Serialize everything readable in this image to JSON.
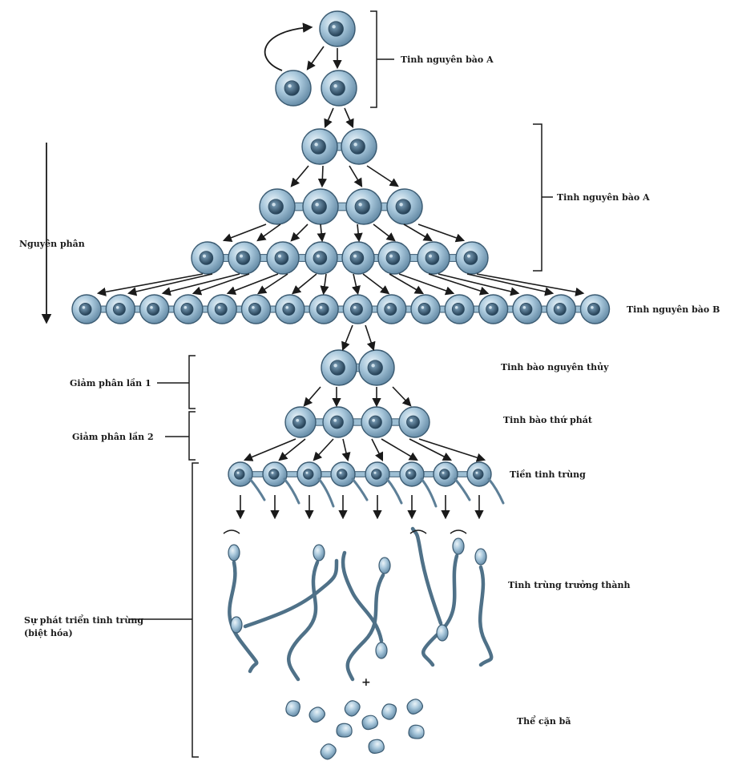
{
  "labels": {
    "spermatogonia_a_top": "Tinh nguyên bào A",
    "spermatogonia_a_mid": "Tinh nguyên bào A",
    "spermatogonia_b": "Tinh nguyên bào B",
    "mitosis": "Nguyên phân",
    "primary_spermatocyte": "Tinh bào nguyên thủy",
    "secondary_spermatocyte": "Tinh bào thứ phát",
    "spermatid": "Tiền tinh trùng",
    "mature_sperm": "Tinh trùng trưởng thành",
    "residual_bodies": "Thể cặn bã",
    "meiosis_1": "Giảm phân lần 1",
    "meiosis_2": "Giảm phân lần 2",
    "spermiogenesis_line1": "Sự phát triển tinh trùng",
    "spermiogenesis_line2": "(biệt hóa)",
    "plus_sign": "+"
  },
  "colors": {
    "cell_fill": "#8fb4cc",
    "cell_stroke": "#3b5b72",
    "nucleus": "#2d4c63",
    "line": "#1a1a1a"
  }
}
